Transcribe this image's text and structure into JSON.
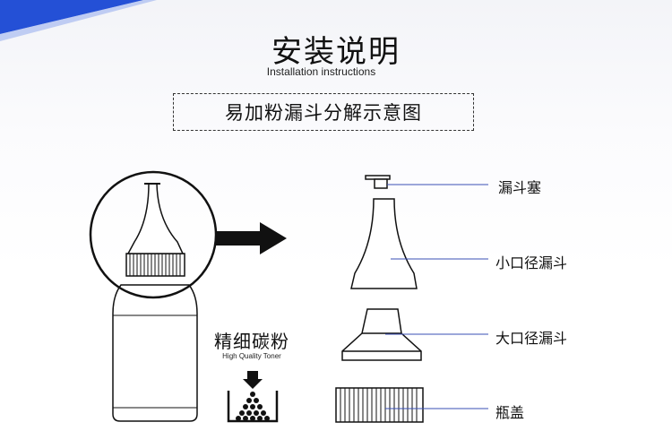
{
  "header": {
    "title": "安装说明",
    "title_en": "Installation instructions"
  },
  "subtitle": "易加粉漏斗分解示意图",
  "toner": {
    "label": "精细碳粉",
    "label_en": "High Quality Toner"
  },
  "parts": [
    {
      "label": "漏斗塞"
    },
    {
      "label": "小口径漏斗"
    },
    {
      "label": "大口径漏斗"
    },
    {
      "label": "瓶盖"
    }
  ],
  "colors": {
    "corner_band": "#1f4ed1",
    "leader_line": "#3a4fb5",
    "stroke": "#111111"
  }
}
